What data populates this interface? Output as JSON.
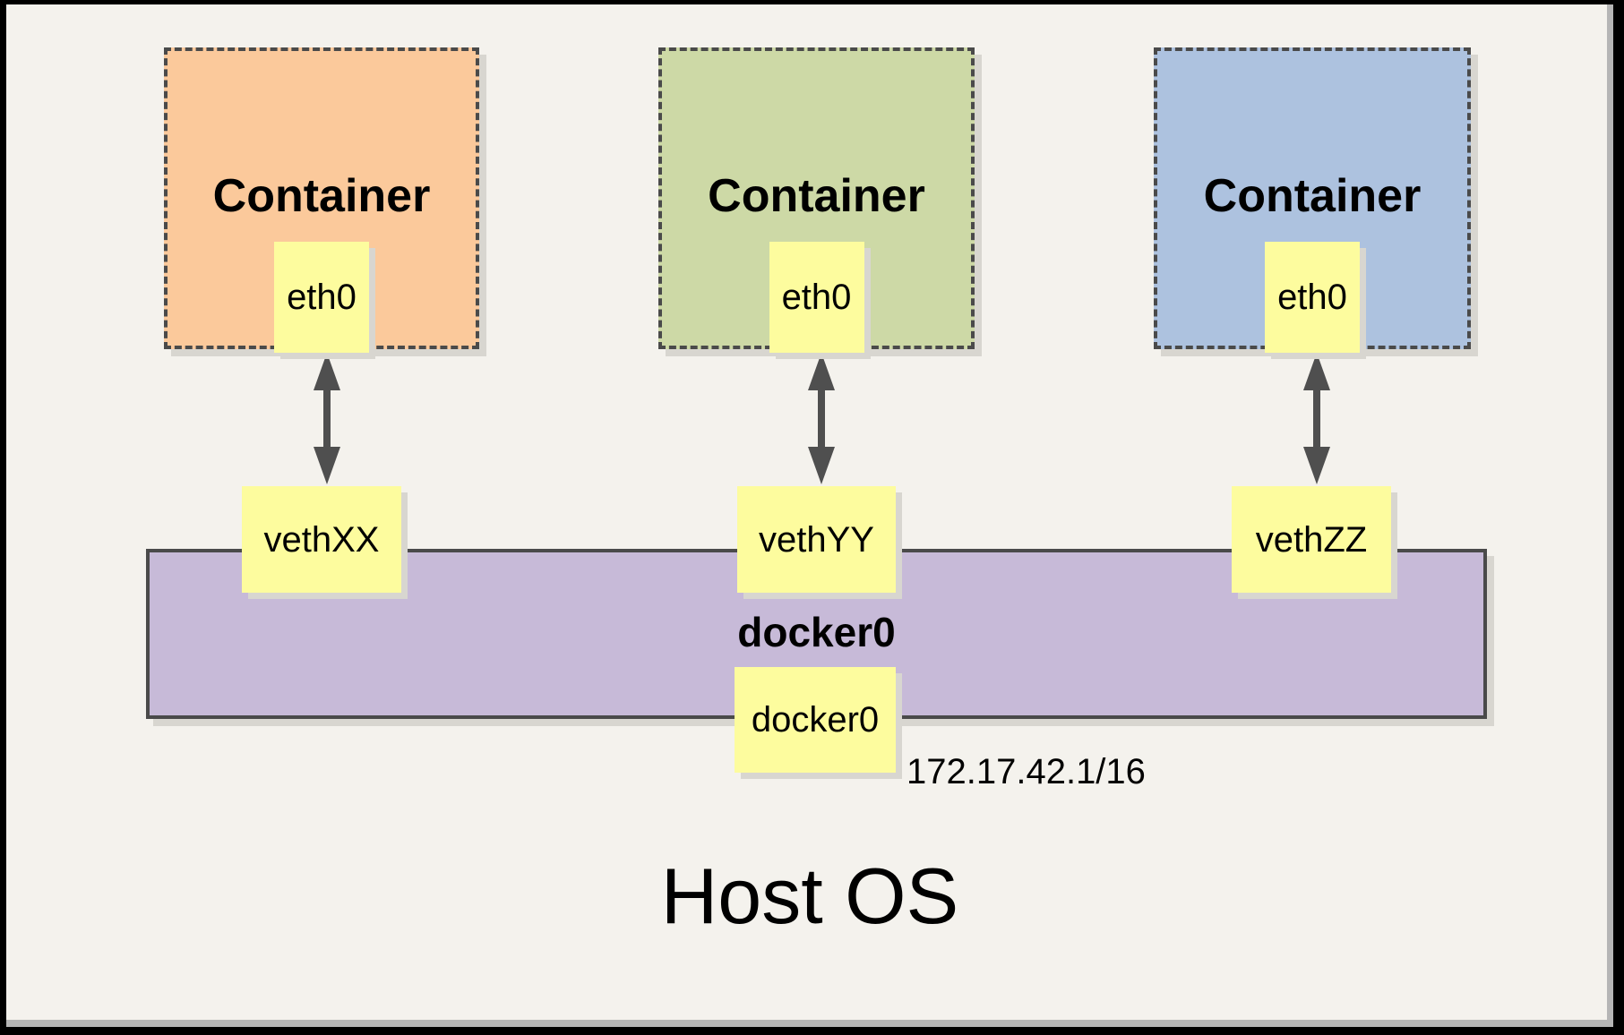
{
  "frame": {
    "background": "#f4f2ed",
    "border_color": "#000000"
  },
  "containers": [
    {
      "title": "Container",
      "eth_label": "eth0",
      "veth_label": "vethXX",
      "fill": "#fbc99b"
    },
    {
      "title": "Container",
      "eth_label": "eth0",
      "veth_label": "vethYY",
      "fill": "#cdd9a6"
    },
    {
      "title": "Container",
      "eth_label": "eth0",
      "veth_label": "vethZZ",
      "fill": "#adc2df"
    }
  ],
  "bridge": {
    "title": "docker0",
    "interface_label": "docker0",
    "ip_address": "172.17.42.1/16",
    "fill": "#c7bad8"
  },
  "host": {
    "label": "Host OS"
  },
  "style_colors": {
    "note_fill": "#fdfc9e",
    "dashed_border": "#4a4a4a",
    "arrow": "#4f4f4f",
    "shadow": "#d8d6d0"
  }
}
